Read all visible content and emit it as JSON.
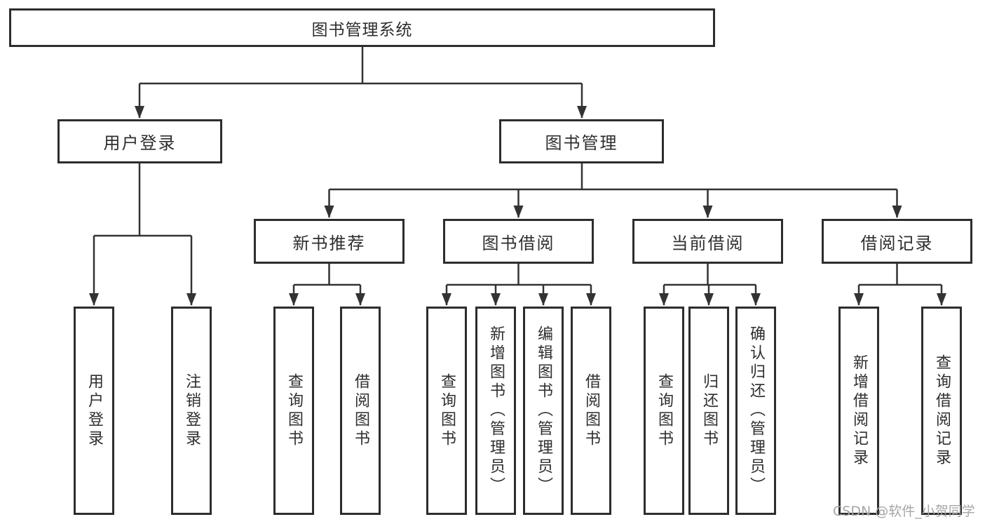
{
  "diagram": {
    "root": "图书管理系统",
    "level2": [
      "用户登录",
      "图书管理"
    ],
    "level3": [
      "新书推荐",
      "图书借阅",
      "当前借阅",
      "借阅记录"
    ],
    "leaves": [
      "用户登录",
      "注销登录",
      "查询图书",
      "借阅图书",
      "查询图书",
      "新增图书（管理员）",
      "编辑图书（管理员）",
      "借阅图书",
      "查询图书",
      "归还图书",
      "确认归还（管理员）",
      "新增借阅记录",
      "查询借阅记录"
    ]
  },
  "watermark": "CSDN @软件_小贺同学",
  "colors": {
    "line": "#333333",
    "box_border": "#2d2d2d",
    "text": "#2e2e2e",
    "watermark": "#a6a6a6",
    "background": "#ffffff"
  }
}
